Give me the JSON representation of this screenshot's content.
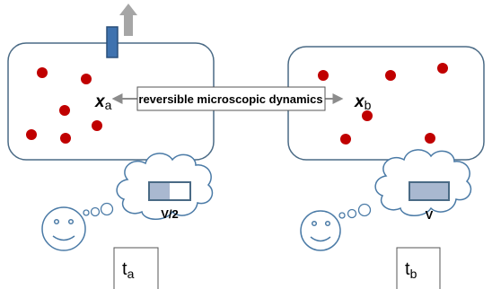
{
  "dynamics_label": "reversible microscopic dynamics",
  "state_a": {
    "symbol": "x",
    "subscript": "a"
  },
  "state_b": {
    "symbol": "x",
    "subscript": "b"
  },
  "thought_a": {
    "text": "V/2",
    "fill_fraction": 0.5
  },
  "thought_b": {
    "text": "V",
    "fill_fraction": 1.0
  },
  "time_a": {
    "symbol": "t",
    "subscript": "a"
  },
  "time_b": {
    "symbol": "t",
    "subscript": "b"
  },
  "colors": {
    "outline": "#4a6a85",
    "particle": "#c00000",
    "piston": "#3f72af",
    "piston_edge": "#2a4f7a",
    "gauge_fill": "#a9b8d0",
    "arrow_gray": "#8c8c8c"
  }
}
